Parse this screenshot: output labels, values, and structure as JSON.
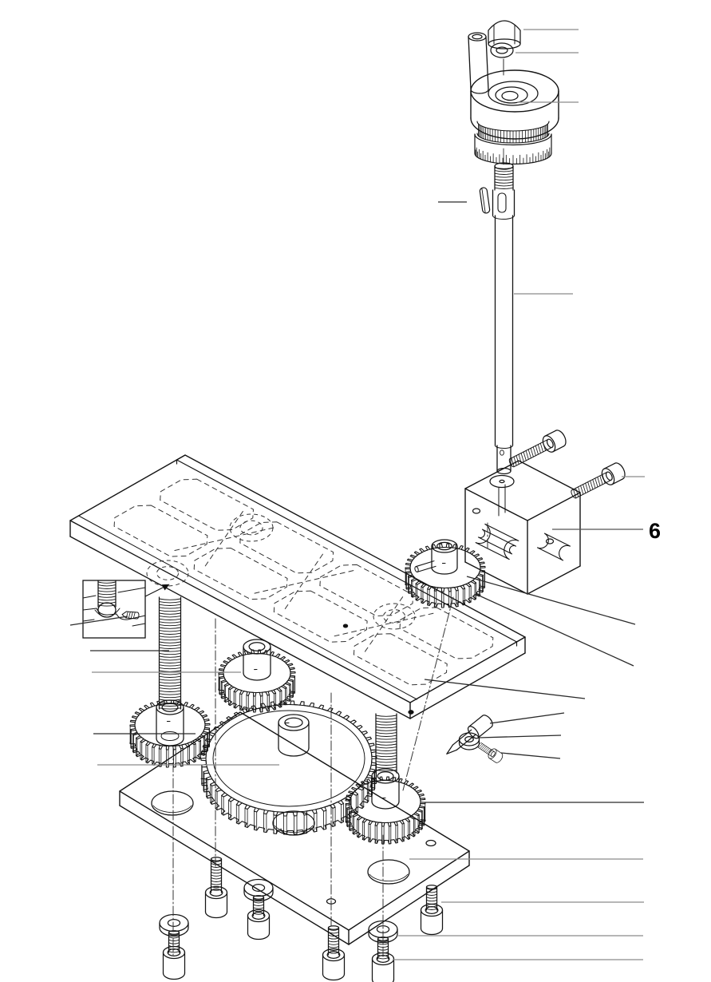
{
  "figure": {
    "background": "#ffffff",
    "stroke_color": "#141414",
    "leader_color": "#8a8a8a",
    "callout": {
      "label": "6"
    },
    "parts": [
      {
        "id": "cap-nut",
        "desc": "dome cap nut"
      },
      {
        "id": "top-washer",
        "desc": "flat washer"
      },
      {
        "id": "handle-pin",
        "desc": "handwheel handle"
      },
      {
        "id": "handwheel",
        "desc": "handwheel"
      },
      {
        "id": "graduated-dial",
        "desc": "knurled graduated dial"
      },
      {
        "id": "woodruff-key",
        "desc": "woodruff key"
      },
      {
        "id": "spindle-shaft",
        "desc": "threaded feed shaft"
      },
      {
        "id": "bearing-block",
        "desc": "feed screw bearing block"
      },
      {
        "id": "block-screw-upper",
        "desc": "socket head cap screw"
      },
      {
        "id": "block-screw-lower",
        "desc": "socket head cap screw"
      },
      {
        "id": "drive-gear",
        "desc": "spur gear with roll pin"
      },
      {
        "id": "table-plate",
        "desc": "table with hidden pockets"
      },
      {
        "id": "detail-inset",
        "desc": "ball end and set screw detail"
      },
      {
        "id": "lead-screw-left",
        "desc": "threaded lead screw"
      },
      {
        "id": "gear-left",
        "desc": "spur gear"
      },
      {
        "id": "gear-middle",
        "desc": "spur gear"
      },
      {
        "id": "gear-large",
        "desc": "large spur gear"
      },
      {
        "id": "lead-screw-right",
        "desc": "threaded lead screw"
      },
      {
        "id": "gear-right",
        "desc": "spur gear"
      },
      {
        "id": "base-plate",
        "desc": "gear base plate"
      },
      {
        "id": "pointer-pin",
        "desc": "pointer pin"
      },
      {
        "id": "pointer-washer",
        "desc": "washer"
      },
      {
        "id": "pointer-screw",
        "desc": "screw"
      },
      {
        "id": "base-washers",
        "desc": "countersunk washers"
      },
      {
        "id": "base-screws",
        "desc": "socket head cap screws"
      }
    ]
  }
}
